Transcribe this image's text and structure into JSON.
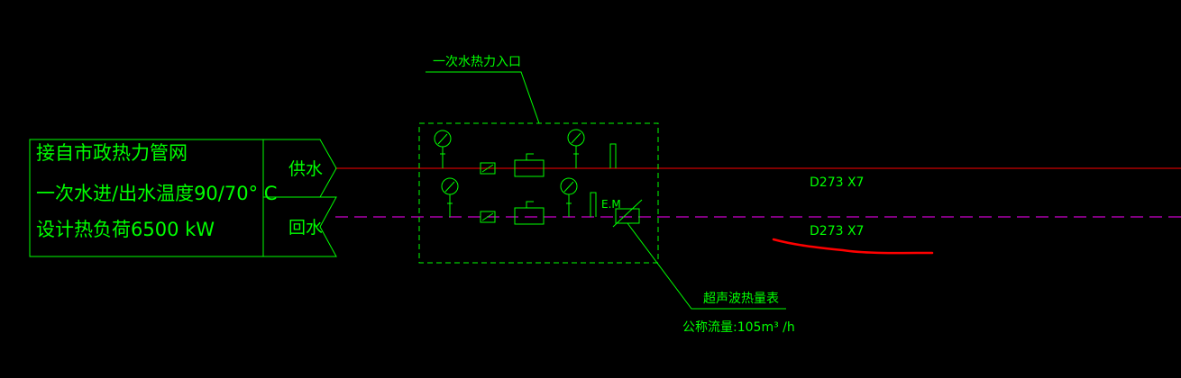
{
  "source_box": {
    "lines": [
      "接自市政热力管网",
      "一次水进/出水温度90/70° C",
      "设计热负荷6500 kW"
    ],
    "supply_label": "供水",
    "return_label": "回水"
  },
  "entry_box": {
    "title": "一次水热力入口"
  },
  "meter": {
    "em_label": "E.M",
    "name": "超声波热量表",
    "flow_text": "公称流量:105m³ /h"
  },
  "pipes": {
    "supply_size": "D273 X7",
    "return_size": "D273 X7"
  },
  "colors": {
    "lines": "#00ff00",
    "supply": "#ff0000",
    "return": "#ff00ff",
    "annotation": "#ff0000",
    "background": "#000000"
  },
  "icons": [
    "pressure-gauge-icon",
    "thermometer-icon",
    "filter-icon",
    "valve-icon",
    "ultrasonic-meter-icon"
  ]
}
